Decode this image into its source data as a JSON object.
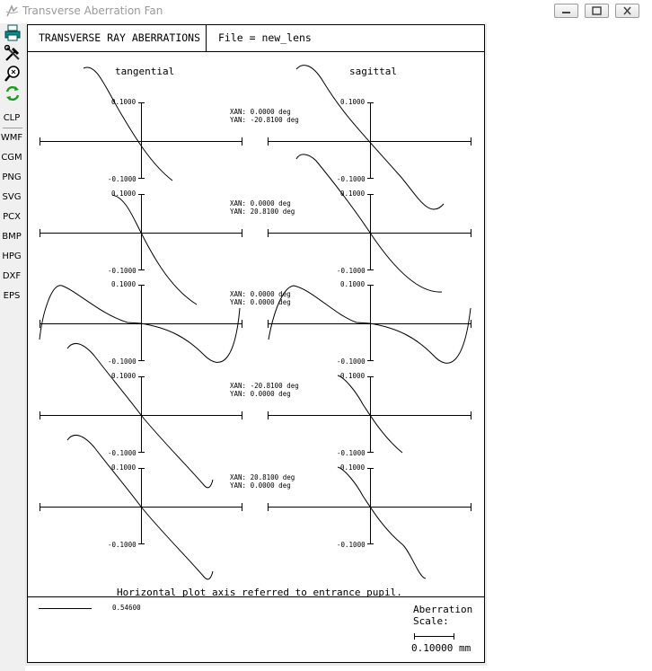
{
  "window": {
    "title": "Transverse Aberration Fan"
  },
  "toolbar": {
    "icons": [
      "printer-icon",
      "tools-icon",
      "zoom-icon",
      "refresh-icon"
    ],
    "formats": [
      "CLP",
      "WMF",
      "CGM",
      "PNG",
      "SVG",
      "PCX",
      "BMP",
      "HPG",
      "DXF",
      "EPS"
    ]
  },
  "plot": {
    "header_title": "TRANSVERSE RAY ABERRATIONS",
    "header_file": "File = new_lens",
    "col_tangential": "tangential",
    "col_sagittal": "sagittal",
    "axis_top": "0.1000",
    "axis_bottom": "-0.1000",
    "fields": [
      {
        "xan": "XAN: 0.0000 deg",
        "yan": "YAN: -20.8100 deg"
      },
      {
        "xan": "XAN: 0.0000 deg",
        "yan": "YAN: 20.8100 deg"
      },
      {
        "xan": "XAN: 0.0000 deg",
        "yan": "YAN: 0.0000 deg"
      },
      {
        "xan": "XAN: -20.8100 deg",
        "yan": "YAN: 0.0000 deg"
      },
      {
        "xan": "XAN: 20.8100 deg",
        "yan": "YAN: 0.0000 deg"
      }
    ],
    "footer_note": "Horizontal plot axis referred to entrance pupil.",
    "wavelength": "0.54600",
    "scale_label_1": "Aberration",
    "scale_label_2": "Scale:",
    "scale_value": "0.10000 mm"
  }
}
